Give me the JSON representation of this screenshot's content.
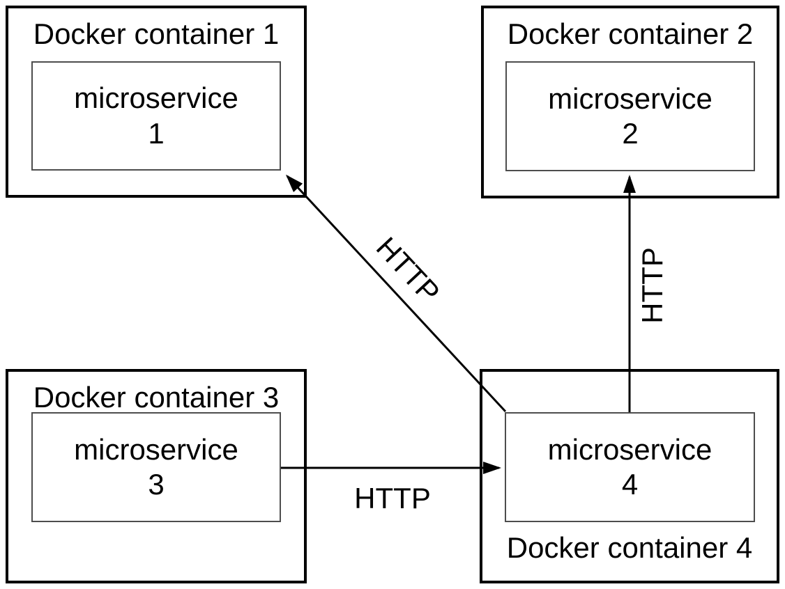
{
  "diagram": {
    "type": "architecture-diagram",
    "background_color": "#ffffff",
    "line_color": "#000000",
    "text_color": "#000000",
    "inner_border_color": "#4d4d4d",
    "containers": [
      {
        "title": "Docker container 1",
        "title_position": "top",
        "service_line1": "microservice",
        "service_line2": "1"
      },
      {
        "title": "Docker container 2",
        "title_position": "top",
        "service_line1": "microservice",
        "service_line2": "2"
      },
      {
        "title": "Docker container 3",
        "title_position": "top",
        "service_line1": "microservice",
        "service_line2": "3"
      },
      {
        "title": "Docker container 4",
        "title_position": "bottom",
        "service_line1": "microservice",
        "service_line2": "4"
      }
    ],
    "arrows": [
      {
        "from": "microservice 4",
        "to": "microservice 1",
        "label": "HTTP",
        "direction": "diagonal-up-left"
      },
      {
        "from": "microservice 4",
        "to": "microservice 2",
        "label": "HTTP",
        "direction": "up"
      },
      {
        "from": "microservice 3",
        "to": "microservice 4",
        "label": "HTTP",
        "direction": "right"
      }
    ]
  }
}
